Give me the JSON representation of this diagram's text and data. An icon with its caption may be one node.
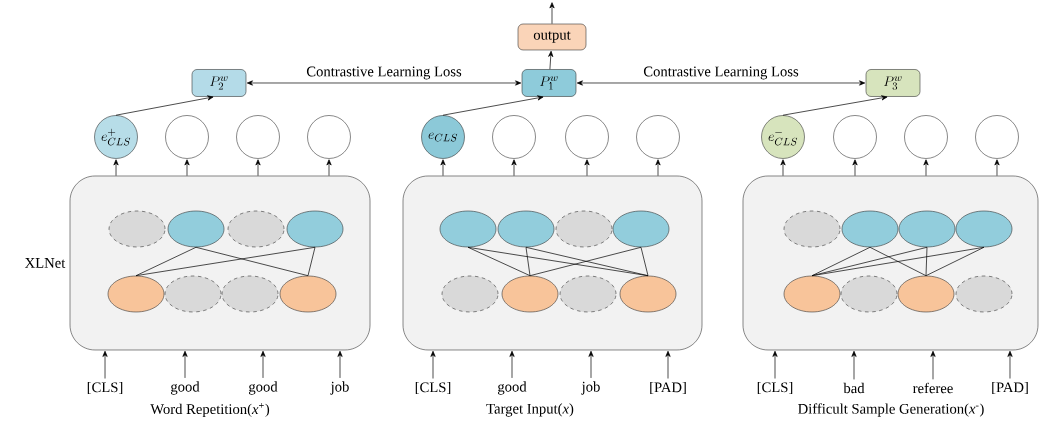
{
  "diagram": {
    "nodes": [
      {
        "text": [
          "output"
        ]
      },
      {
        "text": [
          "P_{2}^{w}"
        ]
      },
      {
        "text": [
          "P_{1}^{w}"
        ]
      },
      {
        "text": [
          "P_{3}^{w}"
        ]
      },
      {
        "text": [
          "e_{CLS}^{+}"
        ]
      },
      {
        "text": [],
        "shape": "circle"
      },
      {
        "text": [],
        "shape": "circle"
      },
      {
        "text": [],
        "shape": "circle"
      },
      {
        "text": [],
        "shape": "box",
        "beside": [
          "XLNet"
        ]
      },
      {
        "text": [],
        "shape": "ellipse",
        "in": 8
      },
      {
        "text": [],
        "shape": "ellipse",
        "in": 8
      },
      {
        "text": [],
        "shape": "ellipse",
        "in": 8
      },
      {
        "text": [],
        "shape": "ellipse",
        "in": 8
      },
      {
        "text": [],
        "shape": "ellipse",
        "in": 8
      },
      {
        "text": [],
        "shape": "ellipse",
        "in": 8
      },
      {
        "text": [],
        "shape": "ellipse",
        "in": 8
      },
      {
        "text": [],
        "shape": "ellipse",
        "in": 8
      },
      {
        "text": [
          "[CLS]"
        ]
      },
      {
        "text": [
          "good"
        ]
      },
      {
        "text": [
          "good"
        ]
      },
      {
        "text": [
          "job"
        ]
      },
      {
        "text": [
          "e_{CLS}"
        ]
      },
      {
        "text": [],
        "shape": "circle"
      },
      {
        "text": [],
        "shape": "circle"
      },
      {
        "text": [],
        "shape": "circle"
      },
      {
        "text": [],
        "shape": "box"
      },
      {
        "text": [],
        "shape": "ellipse",
        "in": 25
      },
      {
        "text": [],
        "shape": "ellipse",
        "in": 25
      },
      {
        "text": [],
        "shape": "ellipse",
        "in": 25
      },
      {
        "text": [],
        "shape": "ellipse",
        "in": 25
      },
      {
        "text": [],
        "shape": "ellipse",
        "in": 25
      },
      {
        "text": [],
        "shape": "ellipse",
        "in": 25
      },
      {
        "text": [],
        "shape": "ellipse",
        "in": 25
      },
      {
        "text": [],
        "shape": "ellipse",
        "in": 25
      },
      {
        "text": [
          "[CLS]"
        ]
      },
      {
        "text": [
          "good"
        ]
      },
      {
        "text": [
          "job"
        ]
      },
      {
        "text": [
          "[PAD]"
        ]
      },
      {
        "text": [
          "e_{CLS}^{-}"
        ]
      },
      {
        "text": [],
        "shape": "circle"
      },
      {
        "text": [],
        "shape": "circle"
      },
      {
        "text": [],
        "shape": "circle"
      },
      {
        "text": [],
        "shape": "box"
      },
      {
        "text": [],
        "shape": "ellipse",
        "in": 42
      },
      {
        "text": [],
        "shape": "ellipse",
        "in": 42
      },
      {
        "text": [],
        "shape": "ellipse",
        "in": 42
      },
      {
        "text": [],
        "shape": "ellipse",
        "in": 42
      },
      {
        "text": [],
        "shape": "ellipse",
        "in": 42
      },
      {
        "text": [],
        "shape": "ellipse",
        "in": 42
      },
      {
        "text": [],
        "shape": "ellipse",
        "in": 42
      },
      {
        "text": [],
        "shape": "ellipse",
        "in": 42
      },
      {
        "text": [
          "[CLS]"
        ]
      },
      {
        "text": [
          "bad"
        ]
      },
      {
        "text": [
          "referee"
        ]
      },
      {
        "text": [
          "[PAD]"
        ]
      }
    ],
    "edges": [
      {
        "from": 0,
        "to": null,
        "arrow": "to"
      },
      {
        "from": 2,
        "to": 0,
        "arrow": "to"
      },
      {
        "from": 1,
        "to": 2,
        "arrow": "both",
        "label": "Contrastive Learning Loss"
      },
      {
        "from": 2,
        "to": 3,
        "arrow": "both",
        "label": "Contrastive Learning Loss"
      },
      {
        "from": 4,
        "to": 1,
        "arrow": "to"
      },
      {
        "from": 21,
        "to": 2,
        "arrow": "to"
      },
      {
        "from": 38,
        "to": 3,
        "arrow": "to"
      },
      {
        "from": 8,
        "to": 4,
        "arrow": "to"
      },
      {
        "from": 8,
        "to": 5,
        "arrow": "to"
      },
      {
        "from": 8,
        "to": 6,
        "arrow": "to"
      },
      {
        "from": 8,
        "to": 7,
        "arrow": "to"
      },
      {
        "from": 25,
        "to": 21,
        "arrow": "to"
      },
      {
        "from": 25,
        "to": 22,
        "arrow": "to"
      },
      {
        "from": 25,
        "to": 23,
        "arrow": "to"
      },
      {
        "from": 25,
        "to": 24,
        "arrow": "to"
      },
      {
        "from": 42,
        "to": 38,
        "arrow": "to"
      },
      {
        "from": 42,
        "to": 39,
        "arrow": "to"
      },
      {
        "from": 42,
        "to": 40,
        "arrow": "to"
      },
      {
        "from": 42,
        "to": 41,
        "arrow": "to"
      },
      {
        "from": 17,
        "to": 8,
        "arrow": "to"
      },
      {
        "from": 18,
        "to": 8,
        "arrow": "to"
      },
      {
        "from": 19,
        "to": 8,
        "arrow": "to"
      },
      {
        "from": 20,
        "to": 8,
        "arrow": "to"
      },
      {
        "from": 34,
        "to": 25,
        "arrow": "to"
      },
      {
        "from": 35,
        "to": 25,
        "arrow": "to"
      },
      {
        "from": 36,
        "to": 25,
        "arrow": "to"
      },
      {
        "from": 37,
        "to": 25,
        "arrow": "to"
      },
      {
        "from": 51,
        "to": 42,
        "arrow": "to"
      },
      {
        "from": 52,
        "to": 42,
        "arrow": "to"
      },
      {
        "from": 53,
        "to": 42,
        "arrow": "to"
      },
      {
        "from": 54,
        "to": 42,
        "arrow": "to"
      },
      {
        "from": 10,
        "to": 13,
        "arrow": "none"
      },
      {
        "from": 10,
        "to": 16,
        "arrow": "none"
      },
      {
        "from": 12,
        "to": 13,
        "arrow": "none"
      },
      {
        "from": 12,
        "to": 16,
        "arrow": "none"
      },
      {
        "from": 26,
        "to": 31,
        "arrow": "none"
      },
      {
        "from": 26,
        "to": 33,
        "arrow": "none"
      },
      {
        "from": 27,
        "to": 31,
        "arrow": "none"
      },
      {
        "from": 27,
        "to": 33,
        "arrow": "none"
      },
      {
        "from": 29,
        "to": 31,
        "arrow": "none"
      },
      {
        "from": 29,
        "to": 33,
        "arrow": "none"
      },
      {
        "from": 44,
        "to": 47,
        "arrow": "none"
      },
      {
        "from": 44,
        "to": 49,
        "arrow": "none"
      },
      {
        "from": 45,
        "to": 47,
        "arrow": "none"
      },
      {
        "from": 45,
        "to": 49,
        "arrow": "none"
      },
      {
        "from": 46,
        "to": 47,
        "arrow": "none"
      },
      {
        "from": 46,
        "to": 49,
        "arrow": "none"
      }
    ],
    "labels": [
      "Word Repetition(*x*$^{+}$)",
      "Target Input(*x*)",
      "Difficult Sample Generation(*x*$^{-}$)"
    ]
  }
}
